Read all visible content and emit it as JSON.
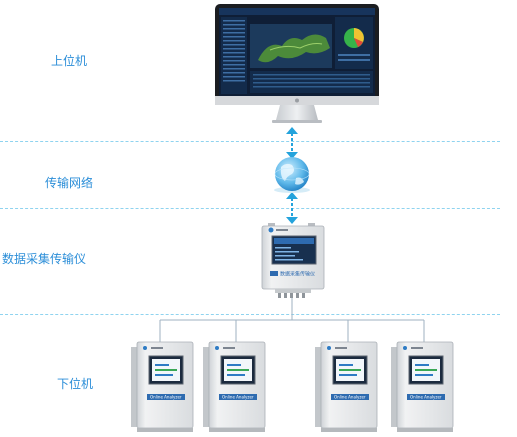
{
  "levels": {
    "upper": "上位机",
    "network": "传输网络",
    "acquisition": "数据采集传输仪",
    "lower": "下位机"
  },
  "acquisition_device": {
    "screen_title": "数据采集传输仪"
  },
  "analyzers": [
    {
      "name": "Online Analyzer"
    },
    {
      "name": "Online Analyzer"
    },
    {
      "name": "Online Analyzer"
    },
    {
      "name": "Online Analyzer"
    }
  ],
  "colors": {
    "label": "#2b8ed8",
    "dashed_line": "#8fd3ef",
    "connector_arrow": "#24a3dc",
    "cabinet_body": "#e6e8ea",
    "screen_dark": "#14233d",
    "map_green": "#4c8a3a",
    "pie_green": "#36b24a",
    "pie_yellow": "#f1c232"
  },
  "icons": [
    "globe-icon",
    "double-arrow-icon"
  ]
}
